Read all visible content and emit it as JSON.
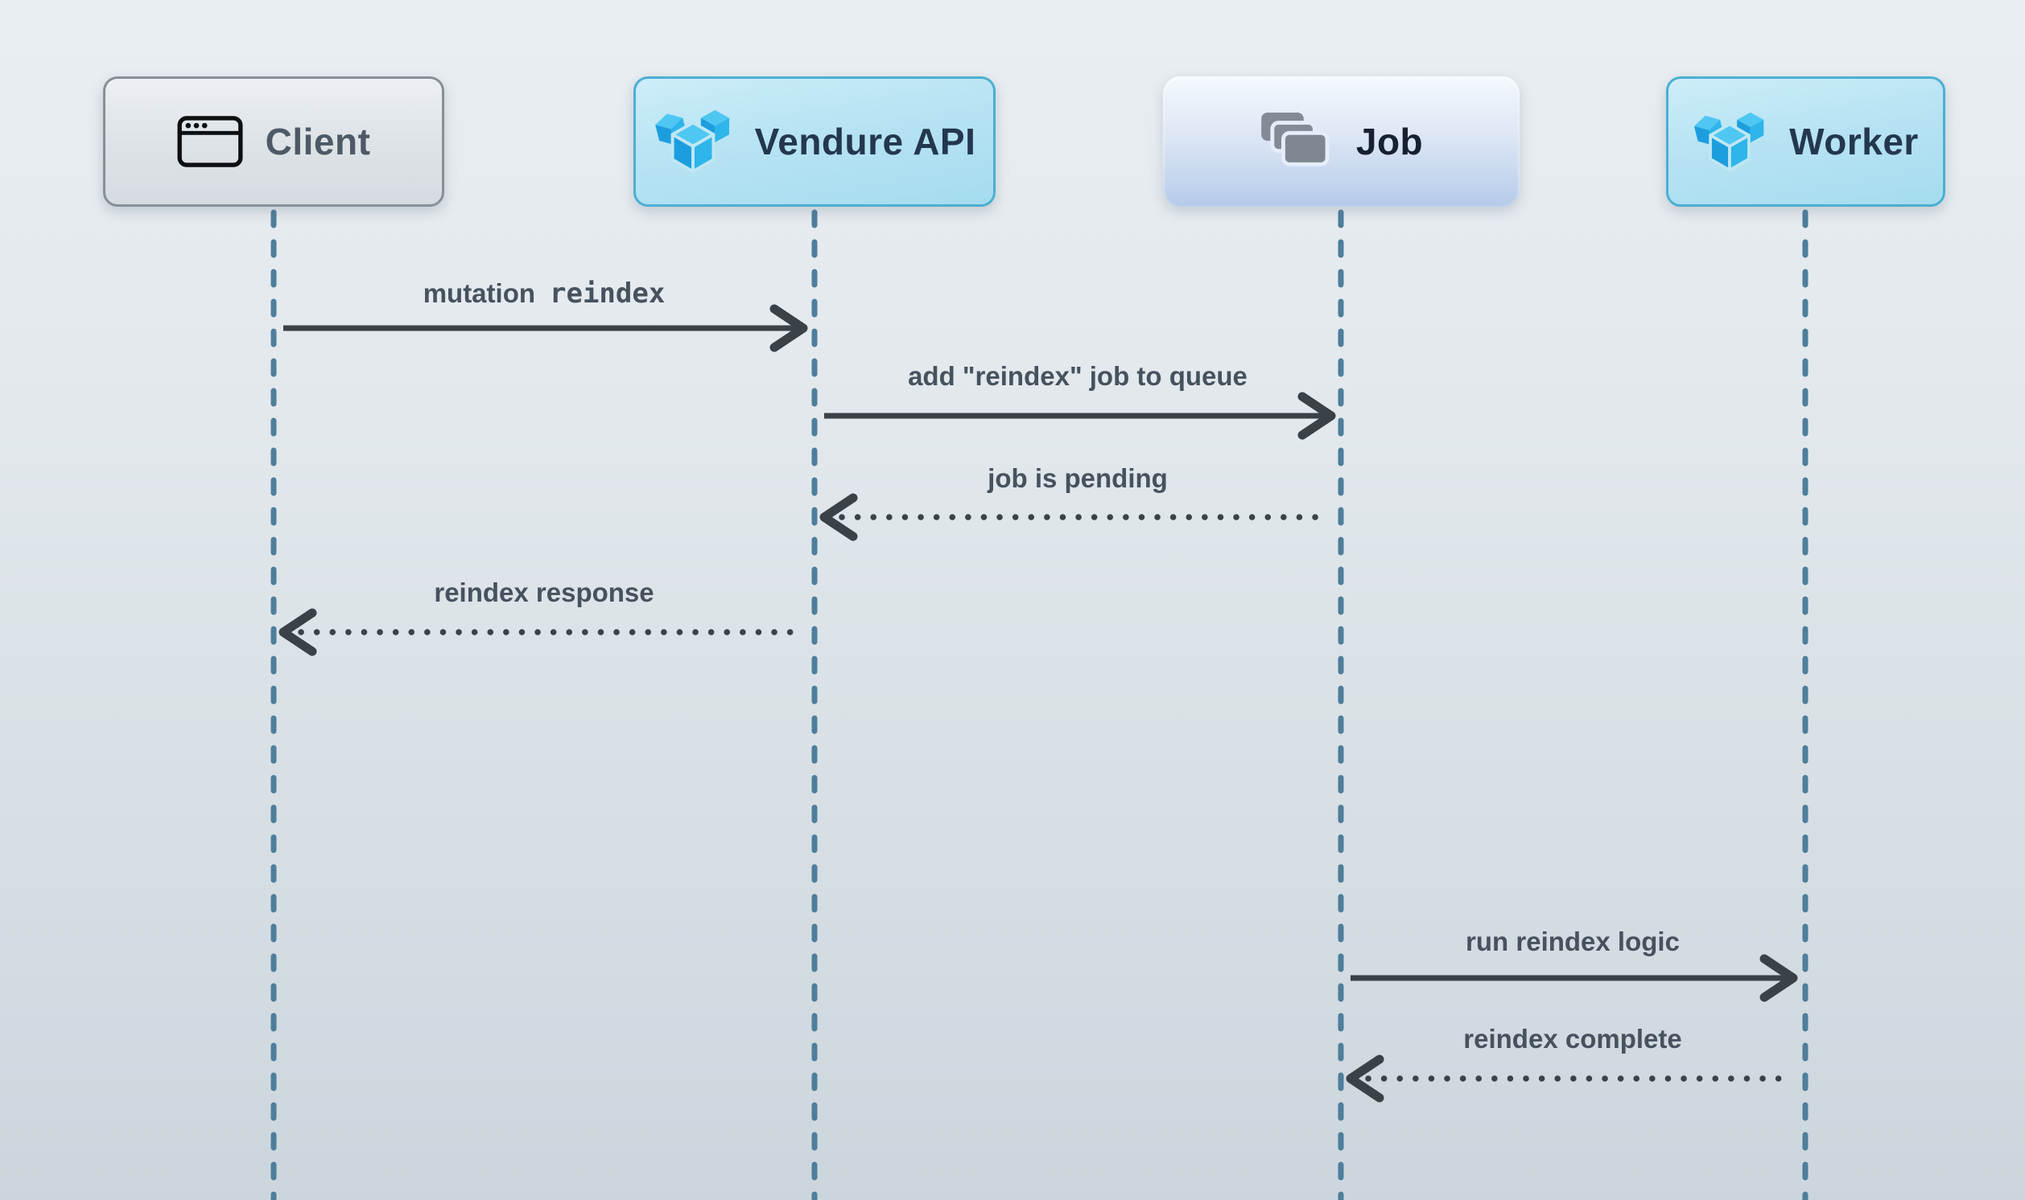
{
  "diagram": {
    "type": "sequence-diagram",
    "actors": [
      {
        "id": "client",
        "label": "Client",
        "icon": "browser-window-icon"
      },
      {
        "id": "vendure_api",
        "label": "Vendure API",
        "icon": "vendure-logo-icon"
      },
      {
        "id": "job",
        "label": "Job",
        "icon": "stacked-cards-icon"
      },
      {
        "id": "worker",
        "label": "Worker",
        "icon": "vendure-logo-icon"
      }
    ],
    "messages": [
      {
        "from": "Client",
        "to": "Vendure API",
        "label": "mutation",
        "code": "reindex",
        "line": "solid",
        "direction": "right"
      },
      {
        "from": "Vendure API",
        "to": "Job",
        "label": "add \"reindex\" job to queue",
        "line": "solid",
        "direction": "right"
      },
      {
        "from": "Job",
        "to": "Vendure API",
        "label": "job is pending",
        "line": "dotted",
        "direction": "left"
      },
      {
        "from": "Vendure API",
        "to": "Client",
        "label": "reindex response",
        "line": "dotted",
        "direction": "left"
      },
      {
        "from": "Job",
        "to": "Worker",
        "label": "run reindex logic",
        "line": "solid",
        "direction": "right"
      },
      {
        "from": "Worker",
        "to": "Job",
        "label": "reindex complete",
        "line": "dotted",
        "direction": "left"
      }
    ],
    "colors": {
      "background_top": "#e9eef2",
      "background_bottom": "#cbd6dc",
      "lifeline": "#4e7e9b",
      "arrow": "#3a4147",
      "message_text": "#46525e",
      "client_box_border": "#878f97",
      "client_text": "#4d5a66",
      "vendure_box_border": "#4bafd3",
      "vendure_text": "#24374f",
      "job_text": "#17202e",
      "vendure_logo_blue": "#2eb5ea",
      "job_icon_gray": "#828c97"
    }
  }
}
